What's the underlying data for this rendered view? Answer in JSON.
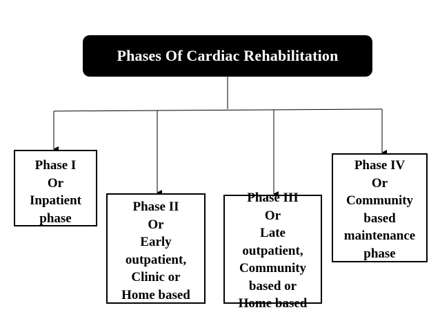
{
  "title": "Phases Of Cardiac Rehabilitation",
  "phases": [
    {
      "lines": [
        "Phase I",
        "Or",
        "Inpatient",
        "phase"
      ]
    },
    {
      "lines": [
        "Phase II",
        "Or",
        "Early",
        "outpatient,",
        "Clinic or",
        "Home based"
      ]
    },
    {
      "lines": [
        "Phase III",
        "Or",
        "Late",
        "outpatient,",
        "Community",
        "based or",
        "Home based"
      ]
    },
    {
      "lines": [
        "Phase IV",
        "Or",
        "Community",
        "based",
        "maintenance",
        "phase"
      ]
    }
  ]
}
